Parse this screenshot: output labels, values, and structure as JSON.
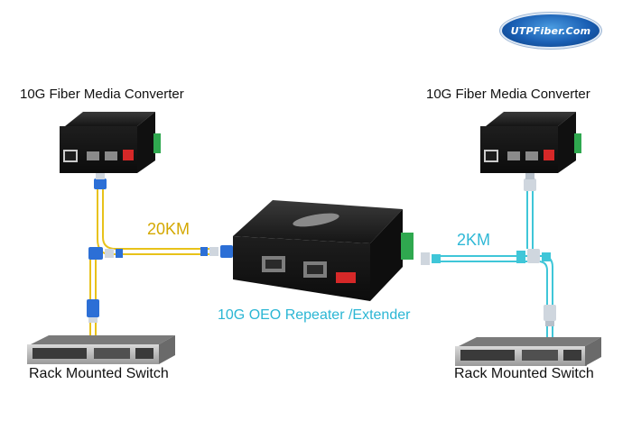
{
  "logo": {
    "text": "UTPFiber.Com"
  },
  "labels": {
    "left_converter": "10G Fiber Media Converter",
    "right_converter": "10G Fiber Media Converter",
    "left_distance": "20KM",
    "right_distance": "2KM",
    "repeater": "10G OEO Repeater /Extender",
    "left_switch": "Rack Mounted Switch",
    "right_switch": "Rack Mounted Switch"
  },
  "colors": {
    "left_fiber": "#e8c21a",
    "right_fiber": "#3fc6d8",
    "left_distance_text": "#d4a800",
    "right_distance_text": "#2fb8d6",
    "repeater_text": "#2bb6d4",
    "connector_blue": "#2c6fd6",
    "device_body": "#1b1b1b"
  },
  "icons": {
    "converter": "media-converter-icon",
    "repeater": "oeo-repeater-icon",
    "switch": "rack-switch-icon",
    "connector": "lc-duplex-connector-icon"
  }
}
